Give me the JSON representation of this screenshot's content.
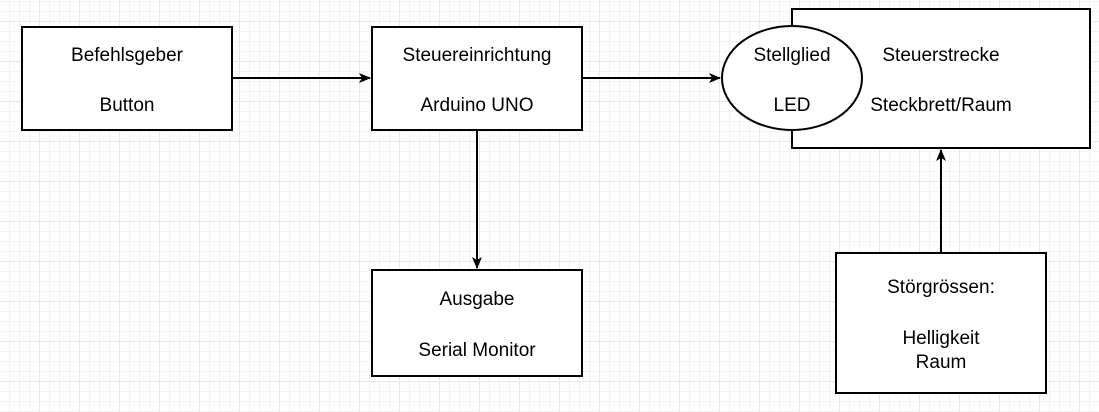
{
  "colors": {
    "stroke": "#000000",
    "fill": "#ffffff",
    "grid": "#e8e8e8"
  },
  "nodes": {
    "befehlsgeber": {
      "line1": "Befehlsgeber",
      "line2": "Button"
    },
    "steuereinrichtung": {
      "line1": "Steuereinrichtung",
      "line2": "Arduino UNO"
    },
    "stellglied": {
      "line1": "Stellglied",
      "line2": "LED"
    },
    "steuerstrecke": {
      "line1": "Steuerstrecke",
      "line2": "Steckbrett/Raum"
    },
    "ausgabe": {
      "line1": "Ausgabe",
      "line2": "Serial Monitor"
    },
    "stoergroessen": {
      "line1": "Störgrössen:",
      "line2": "Helligkeit",
      "line3": "Raum"
    }
  }
}
